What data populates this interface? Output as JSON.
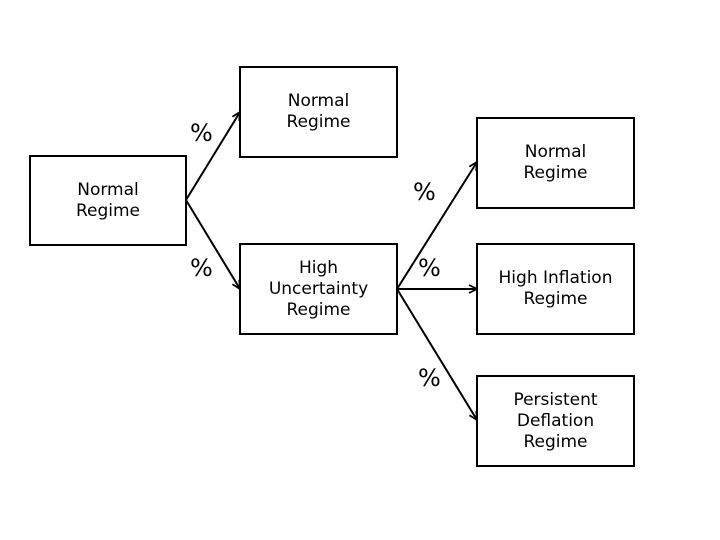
{
  "nodes": {
    "root": {
      "label": "Normal\nRegime"
    },
    "mid_normal": {
      "label": "Normal\nRegime"
    },
    "mid_high_uncertainty": {
      "label": "High\nUncertainty\nRegime"
    },
    "leaf_normal": {
      "label": "Normal\nRegime"
    },
    "leaf_high_inflation": {
      "label": "High Inflation\nRegime"
    },
    "leaf_persistent_deflation": {
      "label": "Persistent\nDeflation\nRegime"
    }
  },
  "edges": [
    {
      "from": "root",
      "to": "mid_normal",
      "label": "%"
    },
    {
      "from": "root",
      "to": "mid_high_uncertainty",
      "label": "%"
    },
    {
      "from": "mid_high_uncertainty",
      "to": "leaf_normal",
      "label": "%"
    },
    {
      "from": "mid_high_uncertainty",
      "to": "leaf_high_inflation",
      "label": "%"
    },
    {
      "from": "mid_high_uncertainty",
      "to": "leaf_persistent_deflation",
      "label": "%"
    }
  ]
}
